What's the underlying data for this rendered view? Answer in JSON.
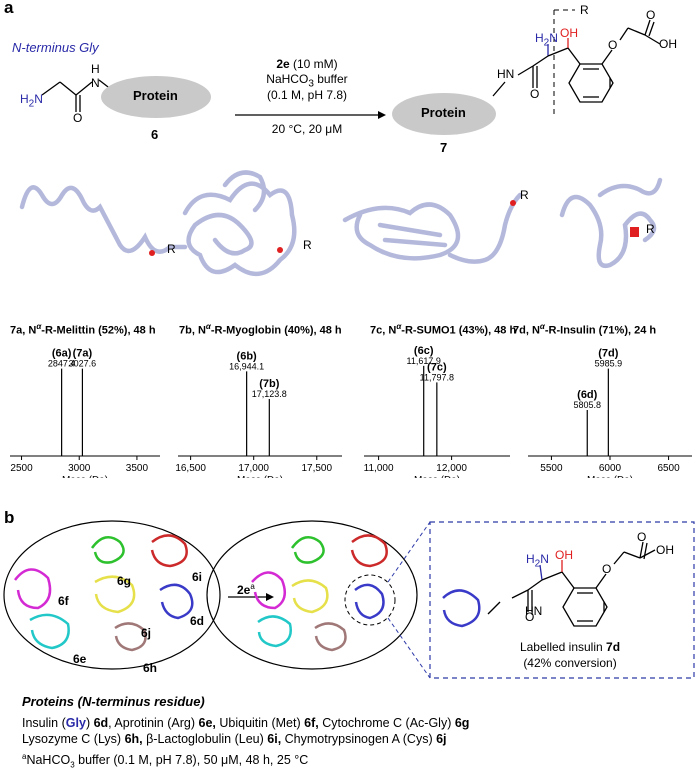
{
  "panel_a": {
    "label": "a",
    "n_terminus": "N-terminus Gly",
    "protein_label": "Protein",
    "compound_start": "6",
    "compound_product": "7",
    "reagent": "2e",
    "reagent_conc": " (10 mM)",
    "buffer": "NaHCO",
    "buffer_sub": "3",
    "buffer_tail": " buffer",
    "buffer_cond": "(0.1 M, pH 7.8)",
    "conditions": "20 °C, 20 μM",
    "atom_H2N": "H",
    "atom_H2N_sub": "2",
    "atom_H2N_N": "N",
    "atom_H": "H",
    "atom_N": "N",
    "atom_O": "O",
    "atom_HN": "HN",
    "atom_OH": "OH",
    "atom_R": "R",
    "struct_R": "R",
    "captions": [
      {
        "id": "7a",
        "rest": ", N",
        "alpha": "α",
        "tail": "-R-Melittin (52%), 48 h"
      },
      {
        "id": "7b",
        "rest": ", N",
        "alpha": "α",
        "tail": "-R-Myoglobin (40%), 48 h"
      },
      {
        "id": "7c",
        "rest": ", N",
        "alpha": "α",
        "tail": "-R-SUMO1 (43%), 48 h"
      },
      {
        "id": "7d",
        "rest": ", N",
        "alpha": "α",
        "tail": "-R-Insulin (71%), 24 h"
      }
    ],
    "mass_axis_title": "Mass (Da)"
  },
  "chart_data": [
    {
      "type": "bar",
      "xlabel": "Mass (Da)",
      "xlim": [
        2400,
        3700
      ],
      "xticks": [
        "2500",
        "3000",
        "3500"
      ],
      "xtick_values": [
        2500,
        3000,
        3500
      ],
      "peaks": [
        {
          "id": "6a",
          "mass": 2847.4,
          "label": "2847.4",
          "intensity": 0.95
        },
        {
          "id": "7a",
          "mass": 3027.6,
          "label": "3027.6",
          "intensity": 0.95
        }
      ]
    },
    {
      "type": "bar",
      "xlabel": "Mass (Da)",
      "xlim": [
        16400,
        17700
      ],
      "xticks": [
        "16,500",
        "17,000",
        "17,500"
      ],
      "xtick_values": [
        16500,
        17000,
        17500
      ],
      "peaks": [
        {
          "id": "6b",
          "mass": 16944.1,
          "label": "16,944.1",
          "intensity": 0.92
        },
        {
          "id": "7b",
          "mass": 17123.8,
          "label": "17,123.8",
          "intensity": 0.62
        }
      ]
    },
    {
      "type": "bar",
      "xlabel": "Mass (Da)",
      "xlim": [
        10800,
        12800
      ],
      "xticks": [
        "11,000",
        "12,000"
      ],
      "xtick_values": [
        11000,
        12000
      ],
      "peaks": [
        {
          "id": "6c",
          "mass": 11617.9,
          "label": "11,617.9",
          "intensity": 0.98
        },
        {
          "id": "7c",
          "mass": 11797.8,
          "label": "11,797.8",
          "intensity": 0.8
        }
      ]
    },
    {
      "type": "bar",
      "xlabel": "Mass (Da)",
      "xlim": [
        5300,
        6700
      ],
      "xticks": [
        "5500",
        "6000",
        "6500"
      ],
      "xtick_values": [
        5500,
        6000,
        6500
      ],
      "peaks": [
        {
          "id": "6d",
          "mass": 5805.8,
          "label": "5805.8",
          "intensity": 0.5
        },
        {
          "id": "7d",
          "mass": 5985.9,
          "label": "5985.9",
          "intensity": 0.95
        }
      ]
    }
  ],
  "panel_b": {
    "label": "b",
    "arrow_reagent": "2e",
    "arrow_sup": "a",
    "protein_ids": [
      "6g",
      "6i",
      "6f",
      "6j",
      "6d",
      "6e",
      "6h"
    ],
    "labelled": "Labelled insulin ",
    "labelled_id": "7d",
    "conversion": "(42% conversion)",
    "proteins_title": "Proteins (N-terminus residue)",
    "line1": [
      {
        "t": "Insulin ("
      },
      {
        "t": "Gly",
        "cls": "gly"
      },
      {
        "t": ") "
      },
      {
        "t": "6d",
        "cls": "bold"
      },
      {
        "t": ", Aprotinin (Arg) "
      },
      {
        "t": "6e,",
        "cls": "bold"
      },
      {
        "t": " Ubiquitin (Met) "
      },
      {
        "t": "6f,",
        "cls": "bold"
      },
      {
        "t": " Cytochrome C (Ac-Gly) "
      },
      {
        "t": "6g",
        "cls": "bold"
      }
    ],
    "line2": [
      {
        "t": "Lysozyme C (Lys) "
      },
      {
        "t": "6h,",
        "cls": "bold"
      },
      {
        "t": " β-Lactoglobulin (Leu) "
      },
      {
        "t": "6i,",
        "cls": "bold"
      },
      {
        "t": " Chymotrypsinogen A (Cys) "
      },
      {
        "t": "6j",
        "cls": "bold"
      }
    ],
    "foot_sup": "a",
    "foot_a": "NaHCO",
    "foot_sub": "3",
    "foot_b": " buffer (0.1 M, pH 7.8), 50 μM, 48 h, 25 °C"
  },
  "colors": {
    "blue": "#2a2aa8",
    "red": "#e02020",
    "protein_gray": "#c9c9c9",
    "ribbon": "#b4b9dc",
    "dash_box": "#2d3aa8"
  }
}
